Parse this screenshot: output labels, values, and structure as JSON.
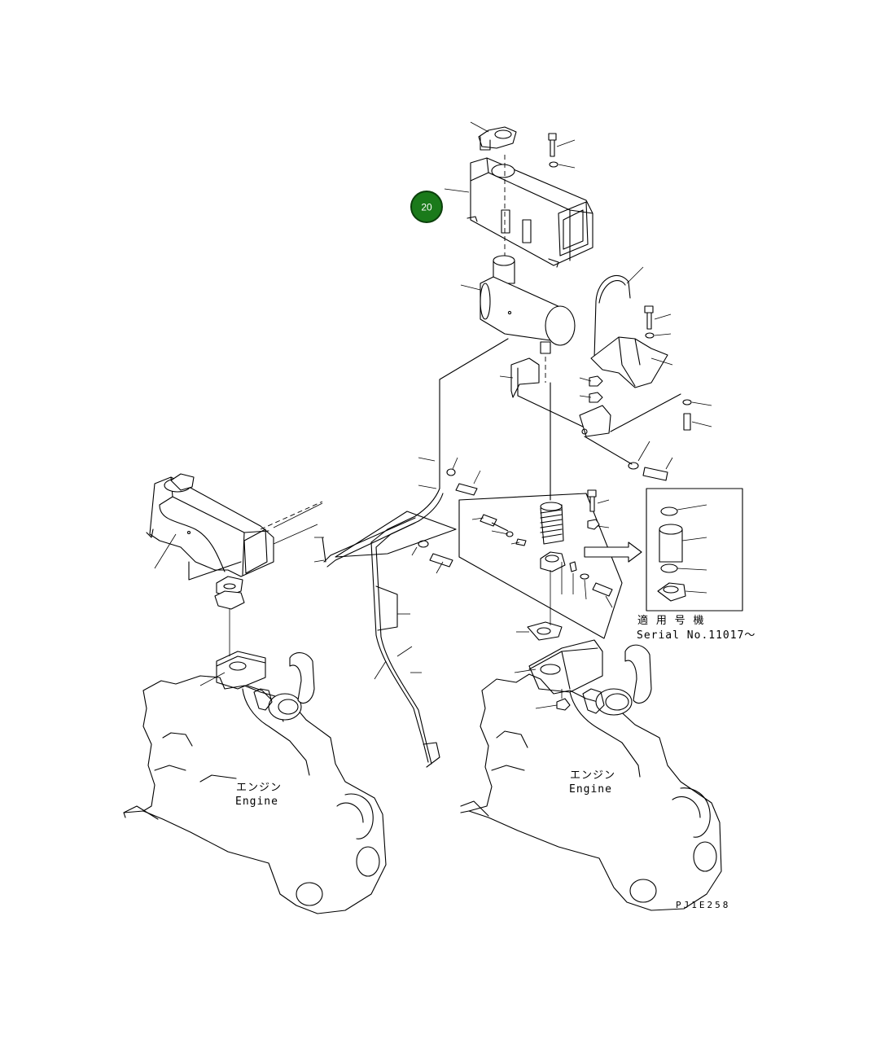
{
  "callout": {
    "number": "20",
    "color": "#1a7a1a"
  },
  "labels": {
    "engine_left_jp": "エンジン",
    "engine_left_en": "Engine",
    "engine_right_jp": "エンジン",
    "engine_right_en": "Engine",
    "serial_jp": "適 用 号 機",
    "serial_en": "Serial No.11017～",
    "drawing_code": "PJ1E258"
  },
  "icons": [
    "arrow-right-icon"
  ]
}
